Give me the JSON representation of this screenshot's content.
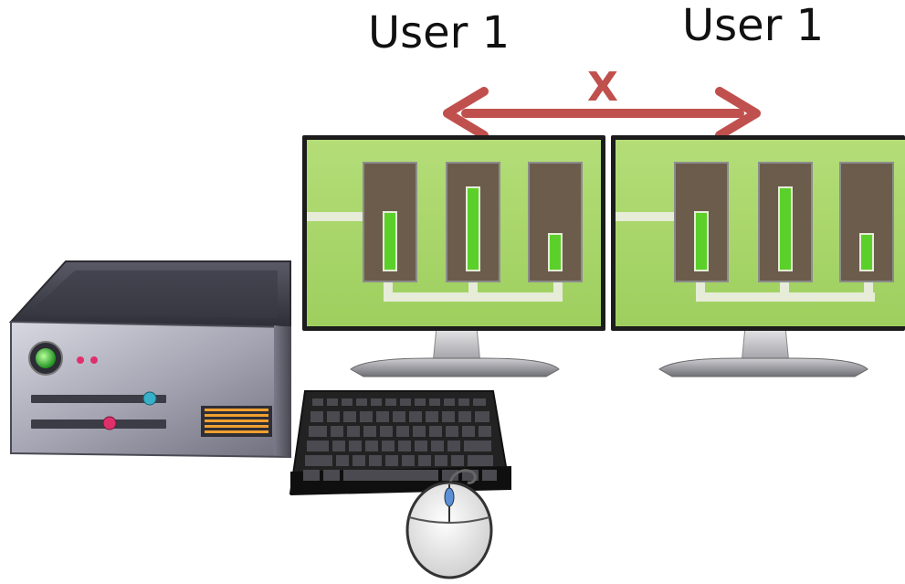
{
  "labels": {
    "left_user": "User 1",
    "right_user": "User 1",
    "separator": "X"
  },
  "colors": {
    "arrow": "#c0504d",
    "screen_bg": "#a8d66a",
    "screen_border": "#1c1c1c",
    "panel": "#6b5c4c",
    "meter": "#5cd02a",
    "connector": "#e6ecd8",
    "server_body": "#8a8a96",
    "power_led": "#39c23a"
  },
  "icons": {
    "server": "server-tower-icon",
    "monitor": "monitor-icon",
    "keyboard": "keyboard-icon",
    "mouse": "mouse-icon",
    "arrow": "double-headed-arrow-icon"
  }
}
